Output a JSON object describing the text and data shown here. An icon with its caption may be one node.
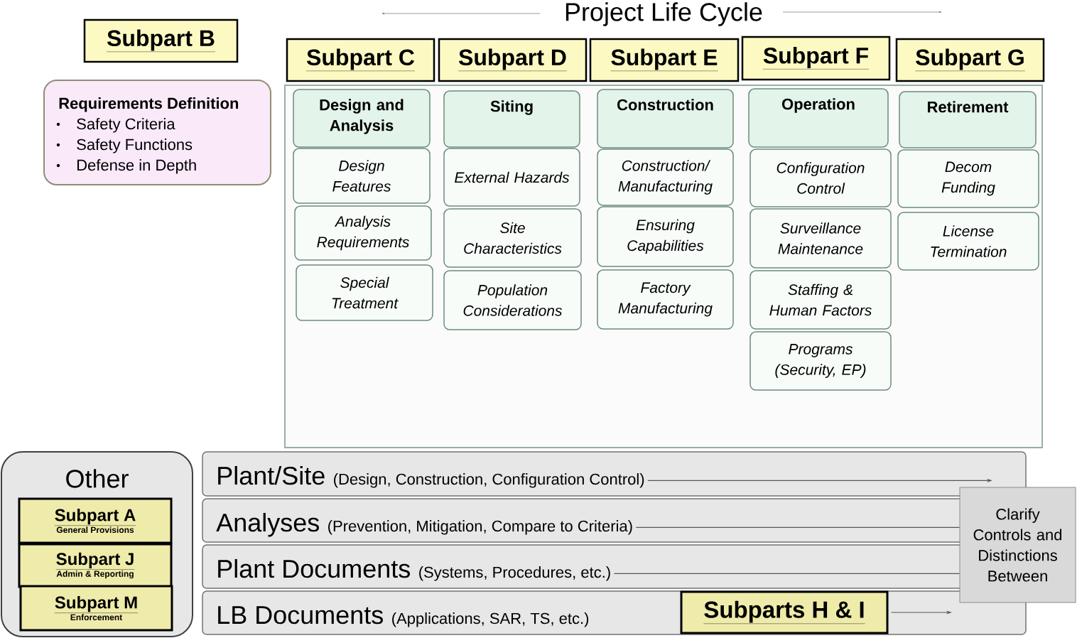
{
  "diagram": {
    "title": "Project Life Cycle",
    "nodes": [
      {
        "text": [
          "Subpart B"
        ]
      },
      {
        "text": [
          "Requirements Definition",
          "Safety Criteria",
          "Safety Functions",
          "Defense in Depth"
        ]
      },
      {
        "text": [
          "Subpart C"
        ]
      },
      {
        "text": [
          "Subpart D"
        ]
      },
      {
        "text": [
          "Subpart E"
        ]
      },
      {
        "text": [
          "Subpart F"
        ]
      },
      {
        "text": [
          "Subpart G"
        ]
      },
      {
        "text": [],
        "shape": "box"
      },
      {
        "text": [
          "Design and Analysis"
        ],
        "in": 7
      },
      {
        "text": [
          "Design Features"
        ],
        "in": 7
      },
      {
        "text": [
          "Analysis Requirements"
        ],
        "in": 7
      },
      {
        "text": [
          "Special Treatment"
        ],
        "in": 7
      },
      {
        "text": [
          "Siting"
        ],
        "in": 7
      },
      {
        "text": [
          "External Hazards"
        ],
        "in": 7
      },
      {
        "text": [
          "Site Characteristics"
        ],
        "in": 7
      },
      {
        "text": [
          "Population Considerations"
        ],
        "in": 7
      },
      {
        "text": [
          "Construction"
        ],
        "in": 7
      },
      {
        "text": [
          "Construction/ Manufacturing"
        ],
        "in": 7
      },
      {
        "text": [
          "Ensuring Capabilities"
        ],
        "in": 7
      },
      {
        "text": [
          "Factory Manufacturing"
        ],
        "in": 7
      },
      {
        "text": [
          "Operation"
        ],
        "in": 7
      },
      {
        "text": [
          "Configuration Control"
        ],
        "in": 7
      },
      {
        "text": [
          "Surveillance Maintenance"
        ],
        "in": 7
      },
      {
        "text": [
          "Staffing & Human Factors"
        ],
        "in": 7
      },
      {
        "text": [
          "Programs (Security, EP)"
        ],
        "in": 7
      },
      {
        "text": [
          "Retirement"
        ],
        "in": 7
      },
      {
        "text": [
          "Decom Funding"
        ],
        "in": 7
      },
      {
        "text": [
          "License Termination"
        ],
        "in": 7
      },
      {
        "text": [
          "Other"
        ]
      },
      {
        "text": [
          "Subpart A",
          "General Provisions"
        ],
        "in": 28
      },
      {
        "text": [
          "Subpart J",
          "Admin & Reporting"
        ],
        "in": 28
      },
      {
        "text": [
          "Subpart M",
          "Enforcement"
        ],
        "in": 28
      },
      {
        "text": [
          "Plant/Site",
          "(Design, Construction, Configuration Control)"
        ]
      },
      {
        "text": [
          "Analyses",
          "(Prevention, Mitigation, Compare to Criteria)"
        ]
      },
      {
        "text": [
          "Plant Documents",
          "(Systems, Procedures, etc.)"
        ]
      },
      {
        "text": [
          "LB Documents",
          "(Applications, SAR, TS, etc.)"
        ]
      },
      {
        "text": [
          "Subparts H & I"
        ],
        "in": 35
      },
      {
        "text": [
          "Clarify Controls and Distinctions Between"
        ]
      }
    ],
    "edges": [
      {
        "from": 32,
        "to": null,
        "arrow": "to"
      },
      {
        "from": 33,
        "to": 37,
        "arrow": "none"
      },
      {
        "from": 34,
        "to": 37,
        "arrow": "none"
      },
      {
        "from": 36,
        "to": null,
        "arrow": "to"
      }
    ]
  }
}
